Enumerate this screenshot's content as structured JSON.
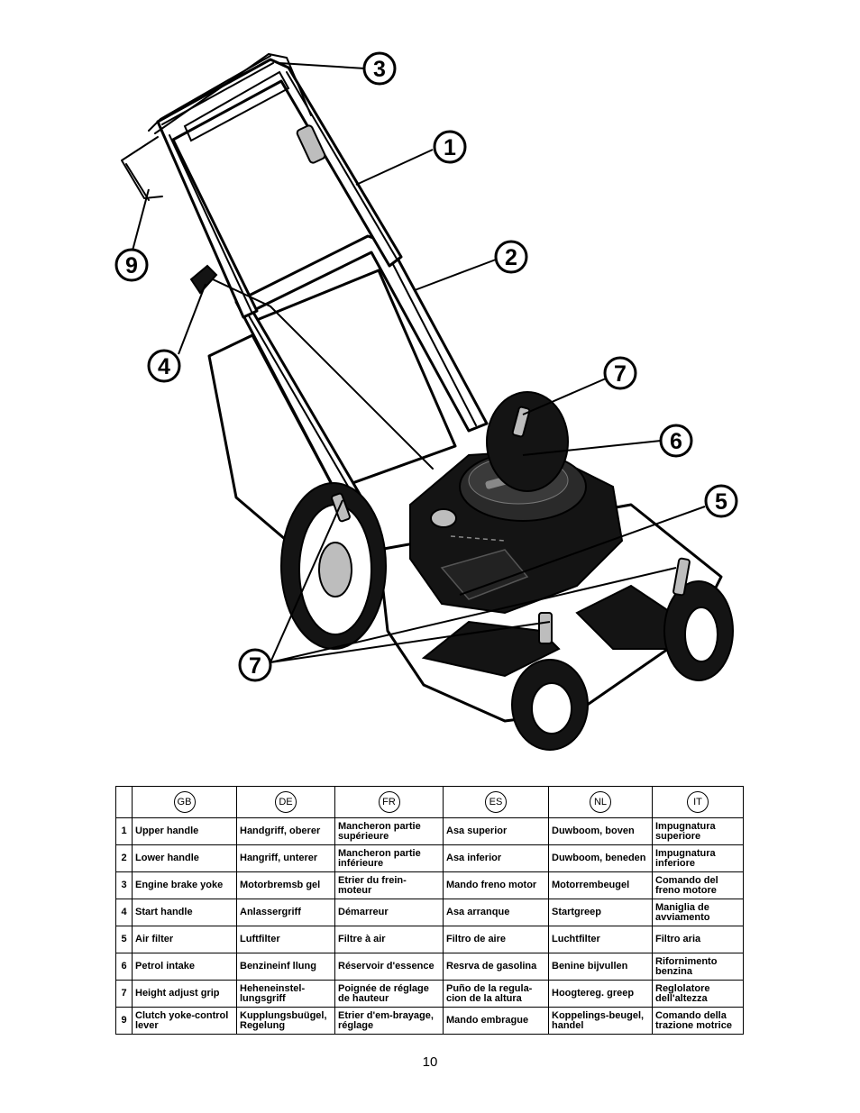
{
  "figure": {
    "callouts": [
      "1",
      "2",
      "3",
      "4",
      "5",
      "6",
      "7",
      "7",
      "9"
    ]
  },
  "table": {
    "languages": [
      "GB",
      "DE",
      "FR",
      "ES",
      "NL",
      "IT"
    ],
    "rows": [
      {
        "num": "1",
        "cells": [
          "Upper handle",
          "Handgriff, oberer",
          "Mancheron partie supérieure",
          "Asa superior",
          "Duwboom, boven",
          "Impugnatura superiore"
        ]
      },
      {
        "num": "2",
        "cells": [
          "Lower handle",
          "Hangriff, unterer",
          "Mancheron partie inférieure",
          "Asa inferior",
          "Duwboom, beneden",
          "Impugnatura inferiore"
        ]
      },
      {
        "num": "3",
        "cells": [
          "Engine brake yoke",
          "Motorbremsb gel",
          "Etrier du frein-moteur",
          "Mando freno motor",
          "Motorrembeugel",
          "Comando del freno motore"
        ]
      },
      {
        "num": "4",
        "cells": [
          "Start handle",
          "Anlassergriff",
          "Démarreur",
          "Asa arranque",
          "Startgreep",
          "Maniglia de avviamento"
        ]
      },
      {
        "num": "5",
        "cells": [
          "Air filter",
          "Luftfilter",
          "Filtre à air",
          "Filtro de aire",
          "Luchtfilter",
          "Filtro aria"
        ]
      },
      {
        "num": "6",
        "cells": [
          "Petrol intake",
          "Benzineinf llung",
          "Réservoir d'essence",
          "Resrva de gasolina",
          "Benine bijvullen",
          "Rifornimento benzina"
        ]
      },
      {
        "num": "7",
        "cells": [
          "Height adjust grip",
          "Heheneinstel-lungsgriff",
          "Poignée de réglage de hauteur",
          "Puño de la regula-cion de la altura",
          "Hoogtereg. greep",
          "Reglolatore dell'altezza"
        ]
      },
      {
        "num": "9",
        "cells": [
          "Clutch yoke-control lever",
          "Kupplungsbuügel, Regelung",
          "Etrier d'em-brayage, réglage",
          "Mando embrague",
          "Koppelings-beugel, handel",
          "Comando della trazione motrice"
        ]
      }
    ]
  },
  "page_number": "10"
}
